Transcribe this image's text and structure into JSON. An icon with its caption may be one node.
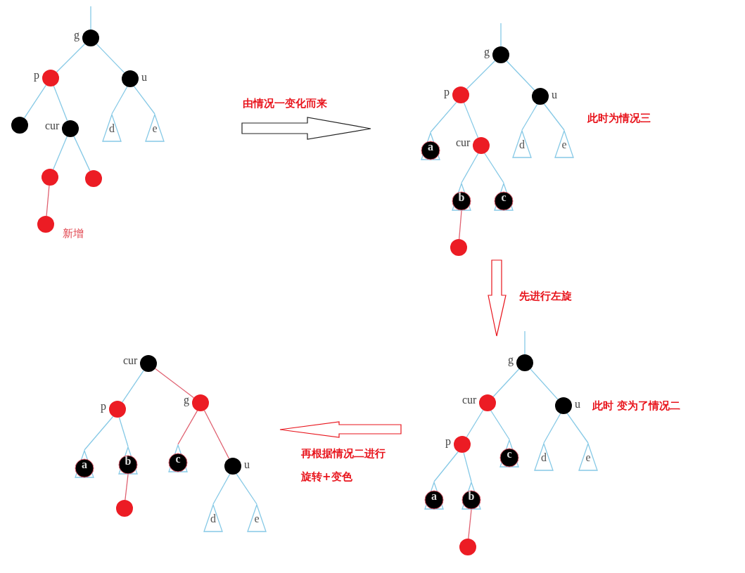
{
  "diagram": {
    "nodes": [
      {
        "text": [],
        "shape": "circle",
        "beside": [
          "g"
        ]
      },
      {
        "text": [],
        "shape": "circle",
        "beside": [
          "p"
        ]
      },
      {
        "text": [],
        "shape": "circle",
        "beside": [
          "u"
        ]
      },
      {
        "text": [],
        "shape": "circle"
      },
      {
        "text": [],
        "shape": "circle",
        "beside": [
          "cur"
        ]
      },
      {
        "text": [
          "d"
        ]
      },
      {
        "text": [
          "e"
        ]
      },
      {
        "text": [],
        "shape": "circle"
      },
      {
        "text": [],
        "shape": "circle"
      },
      {
        "text": [],
        "shape": "circle",
        "beside": [
          "新增"
        ]
      },
      {
        "text": [],
        "shape": "circle",
        "beside": [
          "g"
        ]
      },
      {
        "text": [],
        "shape": "circle",
        "beside": [
          "p"
        ]
      },
      {
        "text": [],
        "shape": "circle",
        "beside": [
          "u"
        ]
      },
      {
        "text": [
          "a"
        ]
      },
      {
        "text": [],
        "shape": "circle",
        "beside": [
          "cur"
        ]
      },
      {
        "text": [
          "d"
        ]
      },
      {
        "text": [
          "e"
        ]
      },
      {
        "text": [
          "b"
        ]
      },
      {
        "text": [
          "c"
        ]
      },
      {
        "text": [],
        "shape": "circle"
      },
      {
        "text": [],
        "shape": "circle",
        "beside": [
          "g"
        ]
      },
      {
        "text": [],
        "shape": "circle",
        "beside": [
          "cur"
        ]
      },
      {
        "text": [],
        "shape": "circle",
        "beside": [
          "u"
        ]
      },
      {
        "text": [],
        "shape": "circle",
        "beside": [
          "p"
        ]
      },
      {
        "text": [
          "c"
        ]
      },
      {
        "text": [
          "d"
        ]
      },
      {
        "text": [
          "e"
        ]
      },
      {
        "text": [
          "a"
        ]
      },
      {
        "text": [
          "b"
        ]
      },
      {
        "text": [],
        "shape": "circle"
      },
      {
        "text": [],
        "shape": "circle",
        "beside": [
          "cur"
        ]
      },
      {
        "text": [],
        "shape": "circle",
        "beside": [
          "p"
        ]
      },
      {
        "text": [],
        "shape": "circle",
        "beside": [
          "g"
        ]
      },
      {
        "text": [
          "a"
        ]
      },
      {
        "text": [
          "b"
        ]
      },
      {
        "text": [
          "c"
        ]
      },
      {
        "text": [],
        "shape": "circle",
        "beside": [
          "u"
        ]
      },
      {
        "text": [],
        "shape": "circle"
      },
      {
        "text": [
          "d"
        ]
      },
      {
        "text": [
          "e"
        ]
      }
    ],
    "edges": [
      {
        "from": null,
        "to": 0,
        "arrow": "none"
      },
      {
        "from": 0,
        "to": 1,
        "arrow": "none"
      },
      {
        "from": 0,
        "to": 2,
        "arrow": "none"
      },
      {
        "from": 1,
        "to": 3,
        "arrow": "none"
      },
      {
        "from": 1,
        "to": 4,
        "arrow": "none"
      },
      {
        "from": 2,
        "to": 5,
        "arrow": "none"
      },
      {
        "from": 2,
        "to": 6,
        "arrow": "none"
      },
      {
        "from": 4,
        "to": 7,
        "arrow": "none"
      },
      {
        "from": 4,
        "to": 8,
        "arrow": "none"
      },
      {
        "from": 7,
        "to": 9,
        "arrow": "none",
        "color": "#e06070"
      },
      {
        "from": null,
        "to": 10,
        "arrow": "none"
      },
      {
        "from": 10,
        "to": 11,
        "arrow": "none"
      },
      {
        "from": 10,
        "to": 12,
        "arrow": "none"
      },
      {
        "from": 11,
        "to": 13,
        "arrow": "none"
      },
      {
        "from": 11,
        "to": 14,
        "arrow": "none"
      },
      {
        "from": 12,
        "to": 15,
        "arrow": "none"
      },
      {
        "from": 12,
        "to": 16,
        "arrow": "none"
      },
      {
        "from": 14,
        "to": 17,
        "arrow": "none"
      },
      {
        "from": 14,
        "to": 18,
        "arrow": "none"
      },
      {
        "from": 17,
        "to": 19,
        "arrow": "none",
        "color": "#e06070"
      },
      {
        "from": null,
        "to": 20,
        "arrow": "none"
      },
      {
        "from": 20,
        "to": 21,
        "arrow": "none"
      },
      {
        "from": 20,
        "to": 22,
        "arrow": "none"
      },
      {
        "from": 21,
        "to": 23,
        "arrow": "none"
      },
      {
        "from": 21,
        "to": 24,
        "arrow": "none"
      },
      {
        "from": 22,
        "to": 25,
        "arrow": "none"
      },
      {
        "from": 22,
        "to": 26,
        "arrow": "none"
      },
      {
        "from": 23,
        "to": 27,
        "arrow": "none"
      },
      {
        "from": 23,
        "to": 28,
        "arrow": "none"
      },
      {
        "from": 28,
        "to": 29,
        "arrow": "none",
        "color": "#e06070"
      },
      {
        "from": 30,
        "to": 31,
        "arrow": "none"
      },
      {
        "from": 30,
        "to": 32,
        "arrow": "none",
        "color": "#e06070"
      },
      {
        "from": 31,
        "to": 33,
        "arrow": "none"
      },
      {
        "from": 31,
        "to": 34,
        "arrow": "none"
      },
      {
        "from": 32,
        "to": 35,
        "arrow": "none",
        "color": "#e06070"
      },
      {
        "from": 32,
        "to": 36,
        "arrow": "none",
        "color": "#e06070"
      },
      {
        "from": 34,
        "to": 37,
        "arrow": "none",
        "color": "#e06070"
      },
      {
        "from": 36,
        "to": 38,
        "arrow": "none"
      },
      {
        "from": 36,
        "to": 39,
        "arrow": "none"
      }
    ],
    "labels": [
      "由情况一变化而来",
      "此时为情况三",
      "先进行左旋",
      "此时 变为了情况二",
      "再根据情况二进行旋转+变色"
    ]
  }
}
